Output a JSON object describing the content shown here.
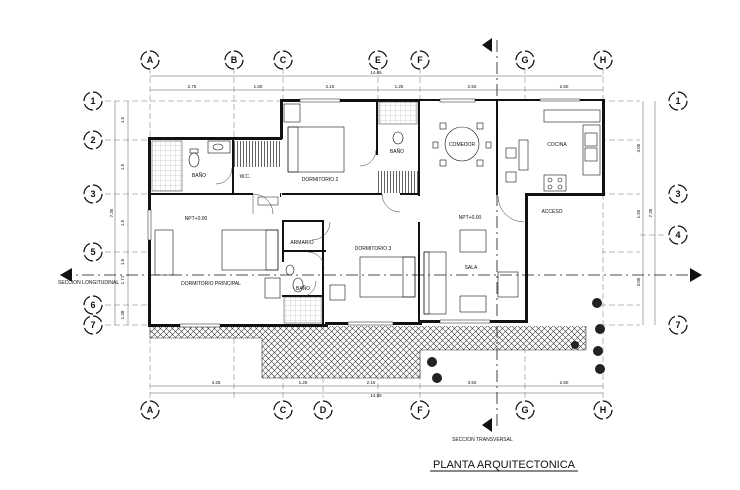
{
  "title": "PLANTA ARQUITECTONICA",
  "section_long": "SECCION LONGITUDINAL",
  "section_trans": "SECCION TRANSVERSAL",
  "axes_top": [
    "A",
    "B",
    "C",
    "E",
    "F",
    "G",
    "H"
  ],
  "axes_bottom": [
    "A",
    "C",
    "D",
    "F",
    "G",
    "H"
  ],
  "axes_left": [
    "1",
    "2",
    "3",
    "5",
    "6",
    "7"
  ],
  "axes_right": [
    "1",
    "3",
    "4",
    "7"
  ],
  "dims_top": [
    "2.75",
    "1.60",
    "2.15",
    "1.25",
    "2.50",
    "2.50"
  ],
  "dims_bottom": [
    "4.25",
    "1.25",
    "2.15",
    "3.50",
    "2.50"
  ],
  "total_top": "14.65",
  "total_bottom": "14.65",
  "dims_left": [
    "1.5",
    "1.5",
    "1.5",
    "1.6",
    "1.71",
    "1.38"
  ],
  "total_left": "7.35",
  "dims_right": [
    "3.05",
    "1.55",
    "3.05"
  ],
  "total_right": "7.35",
  "rooms": {
    "bano1": "BAÑO",
    "wc": "W.C.",
    "dormitorio2": "DORMITORIO 2",
    "bano2": "BAÑO",
    "comedor": "COMEDOR",
    "cocina": "COCINA",
    "dormitorio_principal": "DORMITORIO PRINCIPAL",
    "armario": "ARMARIO",
    "dormitorio3": "DORMITORIO 3",
    "bano3": "BAÑO",
    "sala": "SALA",
    "acceso": "ACCESO"
  },
  "levels": [
    "NPT+0.00",
    "NPT+0.00"
  ]
}
